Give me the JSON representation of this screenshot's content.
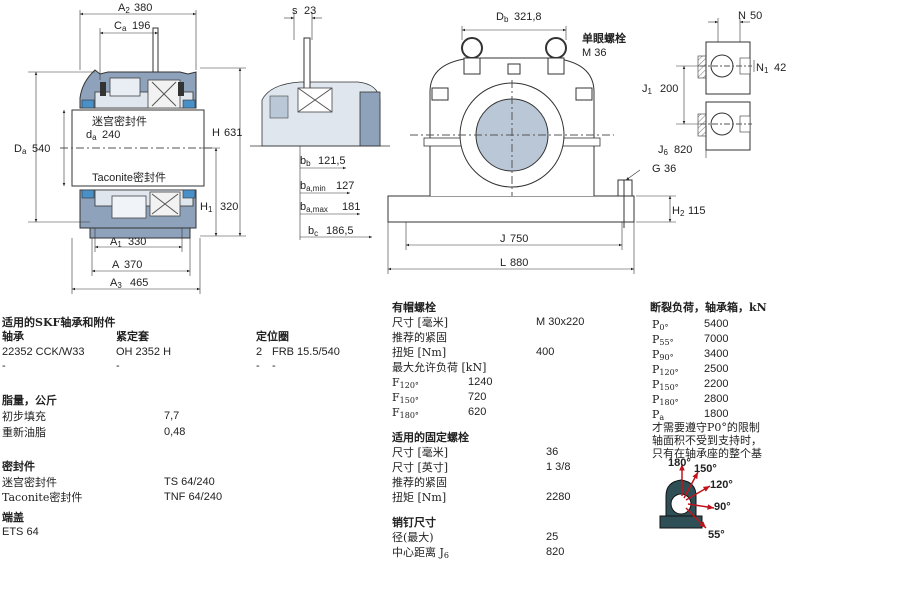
{
  "dims": {
    "A2": "380",
    "Ca": "196",
    "Da": "540",
    "da": "240",
    "H": "631",
    "H1": "320",
    "A1": "330",
    "A": "370",
    "A3": "465",
    "s": "23",
    "bb": "121,5",
    "bamin": "127",
    "bamax": "181",
    "bc": "186,5",
    "Db": "321,8",
    "J": "750",
    "L": "880",
    "G": "36",
    "J6": "820",
    "H2": "115",
    "N": "50",
    "N1": "42",
    "J1": "200",
    "seal_label_top": "迷宫密封件",
    "seal_label_bottom": "Taconite密封件",
    "eyebolt_title": "单眼螺栓",
    "eyebolt_size": "M 36"
  },
  "col1": {
    "title": "适用的SKF轴承和附件",
    "headers": [
      "轴承",
      "紧定套",
      "定位圈"
    ],
    "row1": [
      "22352 CCK/W33",
      "OH 2352 H",
      "2",
      "FRB 15.5/540"
    ],
    "row2": [
      "-",
      "-",
      "-",
      "-"
    ],
    "grease_title": "脂量，公斤",
    "grease": [
      [
        "初步填充",
        "7,7"
      ],
      [
        "重新油脂",
        "0,48"
      ]
    ],
    "seal_title": "密封件",
    "seals": [
      [
        "迷宫密封件",
        "TS 64/240"
      ],
      [
        "Taconite密封件",
        "TNF 64/240"
      ]
    ],
    "endcap_title": "端盖",
    "endcap": "ETS 64"
  },
  "col2": {
    "capbolt_title": "有帽螺栓",
    "capbolt": [
      [
        "尺寸 [毫米]",
        "M 30x220"
      ],
      [
        "推荐的紧固",
        ""
      ],
      [
        "扭矩 [Nm]",
        "400"
      ]
    ],
    "allowed_load": "最大允许负荷 [kN]",
    "loads": [
      [
        "F",
        "120°",
        "1240"
      ],
      [
        "F",
        "150°",
        "720"
      ],
      [
        "F",
        "180°",
        "620"
      ]
    ],
    "fixbolt_title": "适用的固定螺栓",
    "fixbolt": [
      [
        "尺寸 [毫米]",
        "36"
      ],
      [
        "尺寸 [英寸]",
        "1 3/8"
      ],
      [
        "推荐的紧固",
        ""
      ],
      [
        "扭矩 [Nm]",
        "2280"
      ]
    ],
    "dowel_title": "销钉尺寸",
    "dowel": [
      [
        "径(最大)",
        "25"
      ],
      [
        "中心距离 J",
        "6",
        "820"
      ]
    ]
  },
  "col3": {
    "title": "断裂负荷，轴承箱，kN",
    "loads": [
      [
        "P",
        "0°",
        "5400"
      ],
      [
        "P",
        "55°",
        "7000"
      ],
      [
        "P",
        "90°",
        "3400"
      ],
      [
        "P",
        "120°",
        "2500"
      ],
      [
        "P",
        "150°",
        "2200"
      ],
      [
        "P",
        "180°",
        "2800"
      ],
      [
        "P",
        "a",
        "1800"
      ]
    ],
    "note": [
      "才需要遵守P0°的限制",
      "轴面积不受到支持时，",
      "只有在轴承座的整个基"
    ],
    "angles": [
      "180°",
      "150°",
      "120°",
      "90°",
      "55°"
    ]
  }
}
